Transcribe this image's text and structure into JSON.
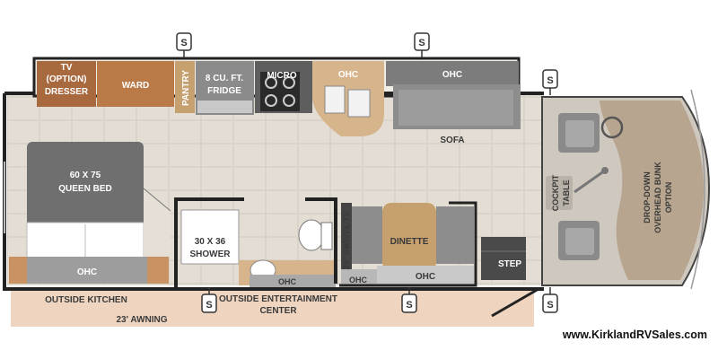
{
  "slide_marker": "S",
  "labels": {
    "tv_option": "TV",
    "tv_option_2": "(OPTION)",
    "dresser": "DRESSER",
    "ward": "WARD",
    "pantry": "PANTRY",
    "fridge_1": "8 CU. FT.",
    "fridge_2": "FRIDGE",
    "micro": "MICRO",
    "ohc_kitchen": "OHC",
    "ohc_sofa": "OHC",
    "sofa": "SOFA",
    "bed_1": "60 X 75",
    "bed_2": "QUEEN BED",
    "ohc_bed": "OHC",
    "shower_1": "30 X 36",
    "shower_2": "SHOWER",
    "ohc_bath": "OHC",
    "swivel_tv": "39\" SWIVEL TV",
    "dinette": "DINETTE",
    "ohc_dinette_1": "OHC",
    "ohc_dinette_2": "OHC",
    "step": "STEP",
    "cockpit_1": "COCKPIT",
    "cockpit_2": "TABLE",
    "bunk_1": "DROP-DOWN",
    "bunk_2": "OVERHEAD BUNK",
    "bunk_3": "OPTION",
    "outside_kitchen": "OUTSIDE KITCHEN",
    "outside_ent_1": "OUTSIDE ENTERTAINMENT",
    "outside_ent_2": "CENTER",
    "awning": "23' AWNING"
  },
  "website": "www.KirklandRVSales.com"
}
